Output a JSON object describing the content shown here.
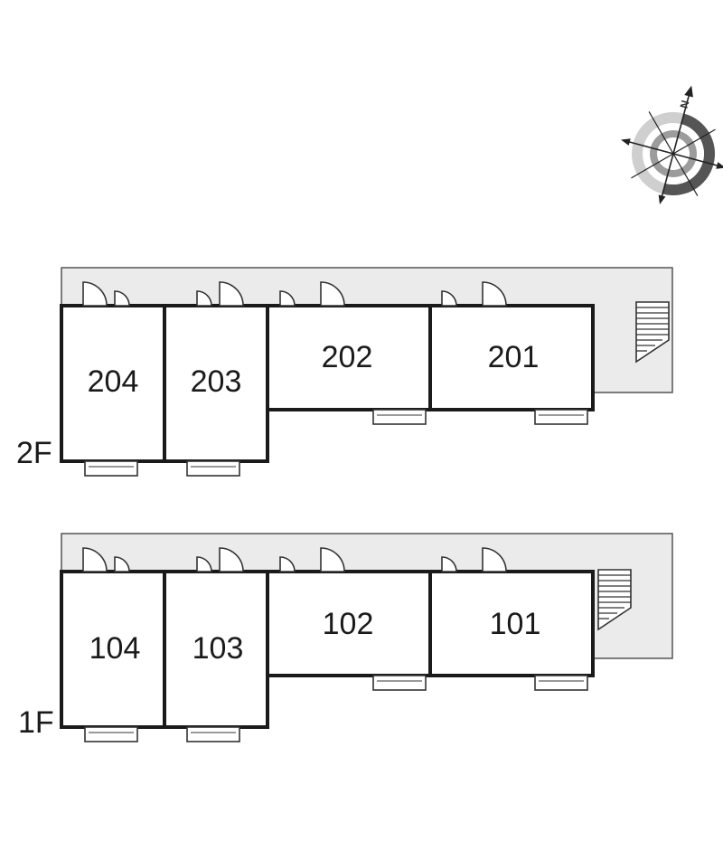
{
  "compass": {
    "north_label": "N",
    "icon": "compass-rose-icon"
  },
  "floors": [
    {
      "id": "2F",
      "label": "2F",
      "rooms": [
        {
          "number": "204"
        },
        {
          "number": "203"
        },
        {
          "number": "202"
        },
        {
          "number": "201"
        }
      ]
    },
    {
      "id": "1F",
      "label": "1F",
      "rooms": [
        {
          "number": "104"
        },
        {
          "number": "103"
        },
        {
          "number": "102"
        },
        {
          "number": "101"
        }
      ]
    }
  ]
}
